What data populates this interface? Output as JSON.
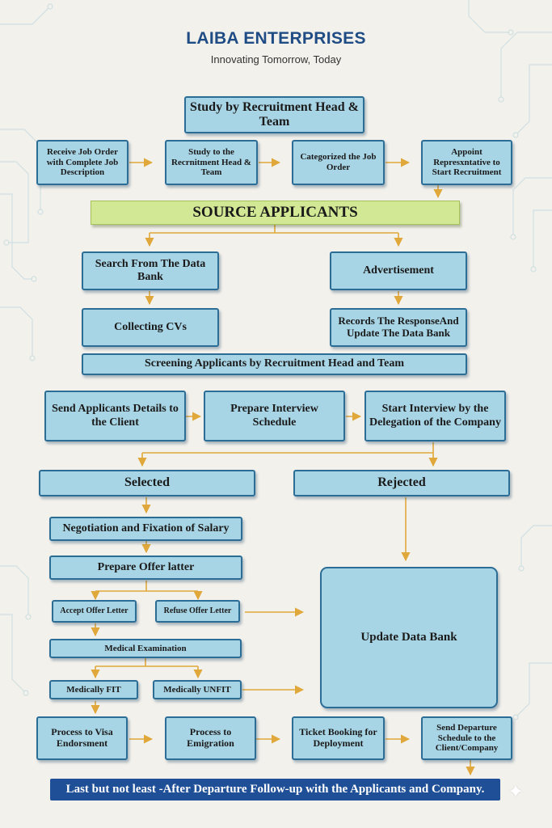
{
  "header": {
    "company": "LAIBA ENTERPRISES",
    "tagline": "Innovating Tomorrow, Today"
  },
  "steps": {
    "study_head": "Study by Recruitment Head & Team",
    "receive_job": "Receive Job Order with Complete Job Description",
    "study_team": "Study to the Recrnitment Head & Team",
    "categorized": "Categorized the Job Order",
    "appoint": "Appoint Represxntative to Start Recruitment",
    "source": "SOURCE APPLICANTS",
    "search_bank": "Search From The Data Bank",
    "advertisement": "Advertisement",
    "collecting_cvs": "Collecting CVs",
    "records_response": "Records The ResponseAnd Update The Data Bank",
    "screening": "Screening Applicants by Recruitment Head and Team",
    "send_details": "Send Applicants Details to the Client",
    "prepare_schedule": "Prepare Interview Schedule",
    "start_interview": "Start Interview by the Delegation of the Company",
    "selected": "Selected",
    "rejected": "Rejected",
    "negotiation": "Negotiation and Fixation of Salary",
    "prepare_offer": "Prepare Offer latter",
    "accept_offer": "Accept Offer Letter",
    "refuse_offer": "Refuse Offer Letter",
    "update_bank": "Update Data Bank",
    "medical": "Medical Examination",
    "fit": "Medically FIT",
    "unfit": "Medically UNFIT",
    "visa": "Process to Visa Endorsment",
    "emigration": "Process to Emigration",
    "ticket": "Ticket Booking for Deployment",
    "departure": "Send Departure Schedule to the Client/Company"
  },
  "footer": "Last but not least -After Departure Follow-up with the Applicants and Company.",
  "colors": {
    "box_fill": "#a8d5e5",
    "box_border": "#2c6d96",
    "arrow": "#e0a83a",
    "source_fill": "#d2e895",
    "footer_fill": "#1f4f96",
    "title": "#1f4c85"
  }
}
